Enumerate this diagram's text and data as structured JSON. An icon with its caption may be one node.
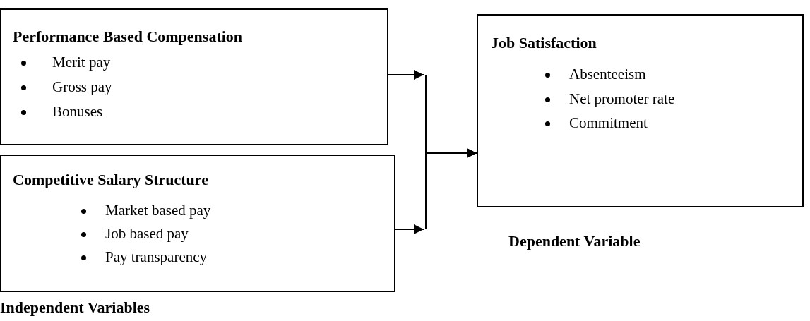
{
  "diagram": {
    "nodes": [
      {
        "text": [
          "Performance Based Compensation",
          "Merit pay",
          "Gross pay",
          "Bonuses"
        ]
      },
      {
        "text": [
          "Competitive Salary Structure",
          "Market based pay",
          "Job based pay",
          "Pay transparency"
        ]
      },
      {
        "text": [
          "Job Satisfaction",
          "Absenteeism",
          "Net promoter rate",
          "Commitment"
        ],
        "beside": [
          "Dependent Variable"
        ]
      }
    ],
    "edges": [
      {
        "from": 0,
        "to": 2,
        "arrow": "to"
      },
      {
        "from": 1,
        "to": 2,
        "arrow": "to"
      }
    ],
    "labels": [
      "Independent Variables"
    ]
  }
}
